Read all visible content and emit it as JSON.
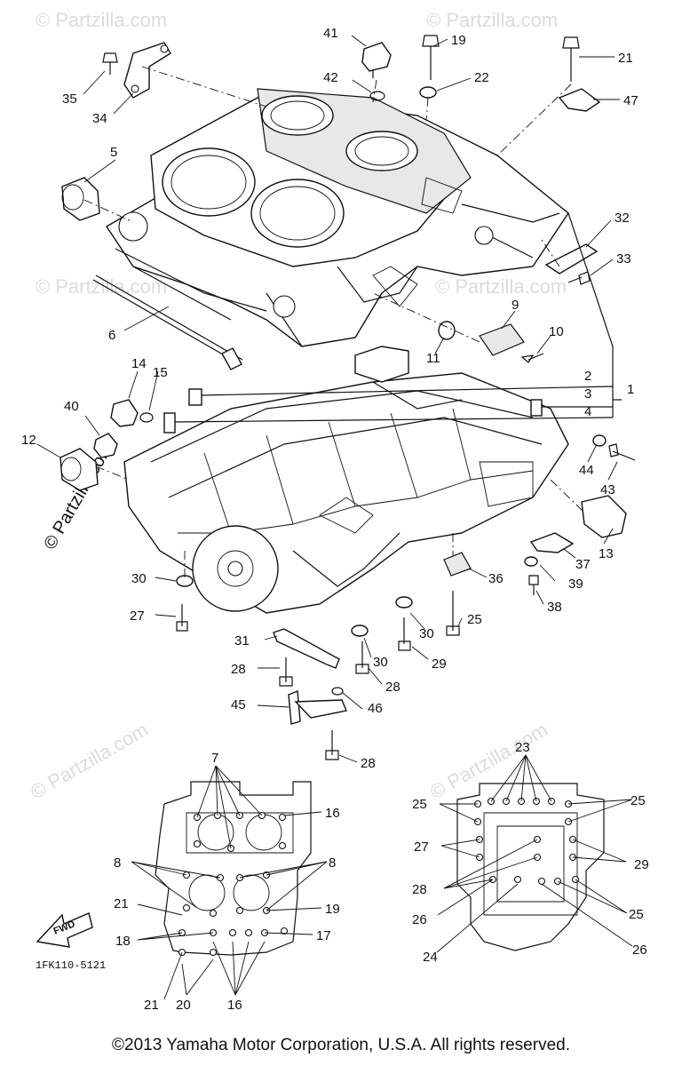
{
  "watermark": "© Partzilla.com",
  "diagram_code": "1FK110-5121",
  "fwd_label": "FWD",
  "copyright": "©2013 Yamaha Motor Corporation, U.S.A. All rights reserved.",
  "callouts": {
    "c1": "1",
    "c2": "2",
    "c3": "3",
    "c4": "4",
    "c5": "5",
    "c6": "6",
    "c7": "7",
    "c8a": "8",
    "c8b": "8",
    "c9": "9",
    "c10": "10",
    "c11": "11",
    "c12": "12",
    "c13": "13",
    "c14": "14",
    "c15": "15",
    "c16a": "16",
    "c16b": "16",
    "c17": "17",
    "c18": "18",
    "c19a": "19",
    "c19b": "19",
    "c20": "20",
    "c21a": "21",
    "c21b": "21",
    "c21c": "21",
    "c22": "22",
    "c23": "23",
    "c24": "24",
    "c25a": "25",
    "c25b": "25",
    "c25c": "25",
    "c25d": "25",
    "c26a": "26",
    "c26b": "26",
    "c27a": "27",
    "c27b": "27",
    "c28a": "28",
    "c28b": "28",
    "c28c": "28",
    "c28d": "28",
    "c29a": "29",
    "c29b": "29",
    "c30a": "30",
    "c30b": "30",
    "c30c": "30",
    "c31": "31",
    "c32": "32",
    "c33": "33",
    "c34": "34",
    "c35": "35",
    "c36": "36",
    "c37": "37",
    "c38": "38",
    "c39": "39",
    "c40": "40",
    "c41": "41",
    "c42": "42",
    "c43": "43",
    "c44": "44",
    "c45": "45",
    "c46": "46",
    "c47": "47"
  }
}
